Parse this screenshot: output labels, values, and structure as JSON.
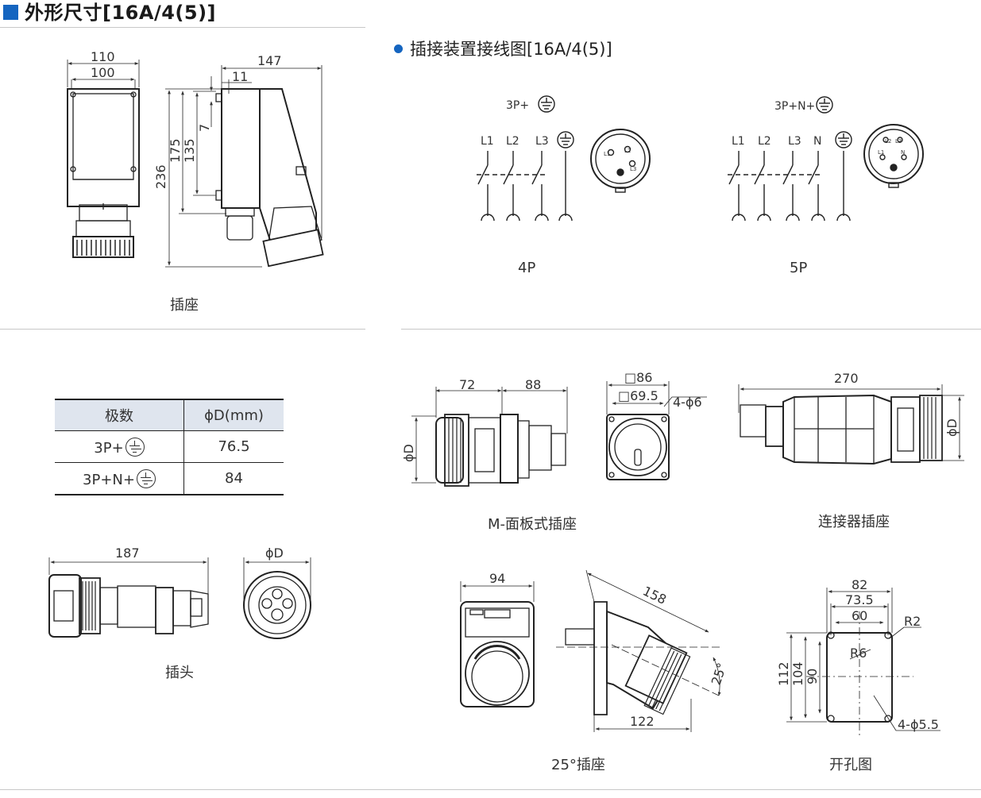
{
  "section_title": "外形尺寸[16A/4(5)]",
  "wiring_title": "插接装置接线图[16A/4(5)]",
  "socket": {
    "caption": "插座",
    "dims": {
      "w110": "110",
      "w100": "100",
      "w147": "147",
      "d11": "11",
      "d7": "7",
      "h175": "175",
      "h135": "135",
      "h236": "236"
    }
  },
  "wiring": {
    "left": {
      "label": "3P+",
      "caption": "4P",
      "poles": [
        "L1",
        "L2",
        "L3"
      ],
      "face_labels": [
        "L1",
        "L2",
        "L3"
      ]
    },
    "right": {
      "label": "3P+N+",
      "caption": "5P",
      "poles": [
        "L1",
        "L2",
        "L3",
        "N"
      ],
      "face_labels": [
        "L2",
        "L3",
        "L1",
        "N"
      ]
    }
  },
  "table": {
    "headers": [
      "极数",
      "ϕD(mm)"
    ],
    "rows": [
      {
        "poles": "3P+",
        "d": "76.5"
      },
      {
        "poles": "3P+N+",
        "d": "84"
      }
    ]
  },
  "plug": {
    "caption": "插头",
    "length": "187",
    "diameter": "ϕD"
  },
  "panel_socket": {
    "caption": "M-面板式插座",
    "d72": "72",
    "d88": "88",
    "dia": "ϕD",
    "sq86": "□86",
    "sq69": "□69.5",
    "holes": "4-ϕ6"
  },
  "connector": {
    "caption": "连接器插座",
    "length": "270",
    "dia": "ϕD"
  },
  "angled_socket": {
    "caption": "25°插座",
    "w94": "94",
    "l158": "158",
    "w122": "122",
    "angle": "25°"
  },
  "cutout": {
    "caption": "开孔图",
    "w82": "82",
    "w73": "73.5",
    "w60": "60",
    "h112": "112",
    "h104": "104",
    "h90": "90",
    "r2": "R2",
    "r6": "R6",
    "holes": "4-ϕ5.5"
  }
}
